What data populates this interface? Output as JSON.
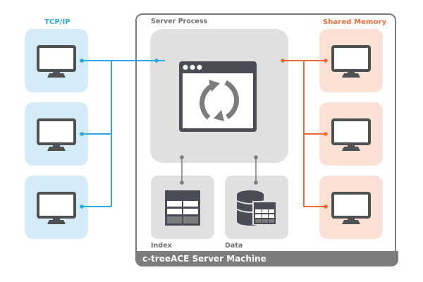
{
  "diagram": {
    "groups": {
      "tcp": {
        "title": "TCP/IP",
        "color": "#29aae2",
        "fill": "#d6ebf8",
        "client_count": 3
      },
      "shared_memory": {
        "title": "Shared Memory",
        "color": "#f26a35",
        "fill": "#fbe0d6",
        "client_count": 3
      }
    },
    "server_machine": {
      "label": "c-treeACE Server Machine",
      "frame_color": "#7a7d7c"
    },
    "server_process": {
      "label": "Server Process",
      "icon": "sync-window-icon"
    },
    "stores": [
      {
        "label": "Index",
        "icon": "index-table-icon"
      },
      {
        "label": "Data",
        "icon": "database-table-icon"
      }
    ],
    "client_icon": "monitor-icon",
    "colors": {
      "dark": "#4a4d55",
      "mid_gray": "#7a7d7c",
      "panel": "#dfe0df"
    }
  }
}
